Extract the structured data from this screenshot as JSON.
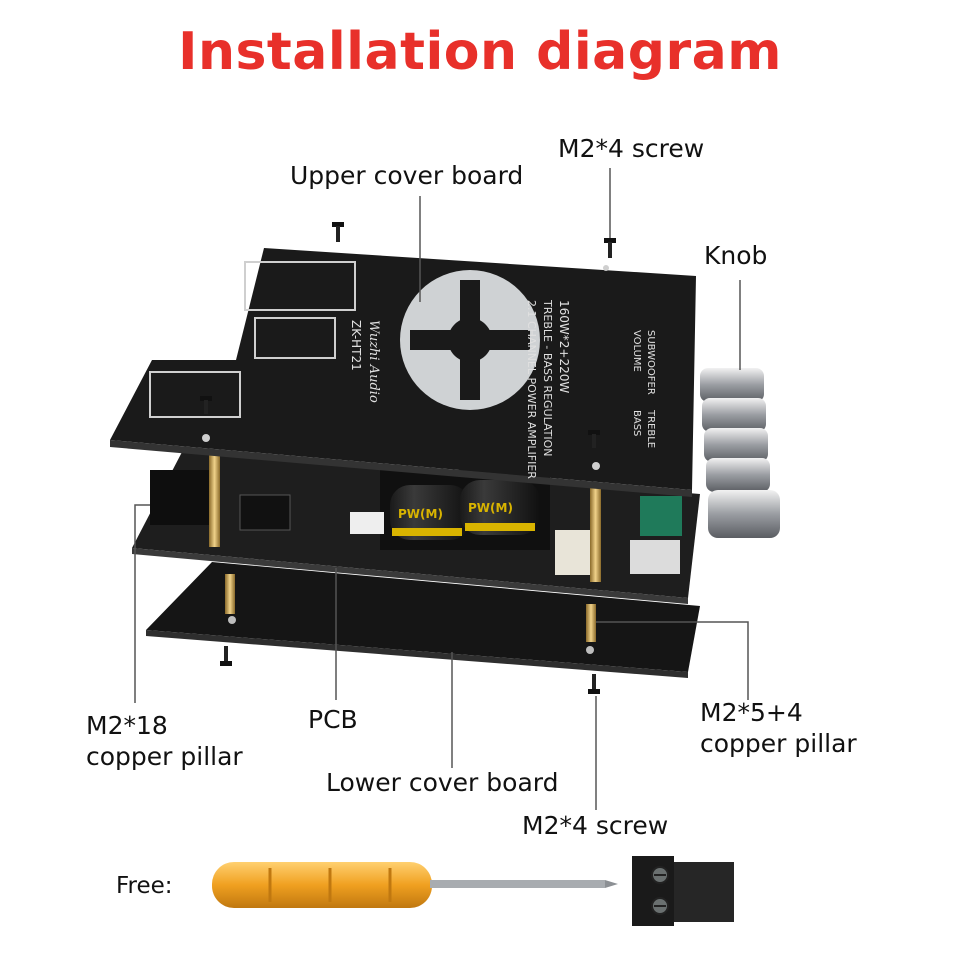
{
  "title": "Installation diagram",
  "labels": {
    "upper_cover_board": "Upper cover board",
    "m2x4_screw_top": "M2*4 screw",
    "knob": "Knob",
    "m2x18_pillar": "M2*18\ncopper pillar",
    "pcb": "PCB",
    "m2x5_4_pillar": "M2*5+4\ncopper pillar",
    "lower_cover_board": "Lower cover board",
    "m2x4_screw_bottom": "M2*4 screw",
    "free": "Free:"
  },
  "board_print": {
    "model": "ZK-HT21",
    "brand": "Wuzhi Audio",
    "power": "160W*2+220W",
    "line1": "TREBLE - BASS REGULATION",
    "line2": "2.1 CHANNEL POWER AMPLIFIER",
    "knob_labels": [
      "SUBWOOFER",
      "VOLUME",
      "TREBLE",
      "BASS"
    ],
    "capacitor_brand": "PW(M)"
  },
  "colors": {
    "title": "#e8302a",
    "board": "#1b1b1b",
    "screwdriver_handle": "#f0a020",
    "knob": "#b9bcc0",
    "pillar": "#c9a25a"
  }
}
